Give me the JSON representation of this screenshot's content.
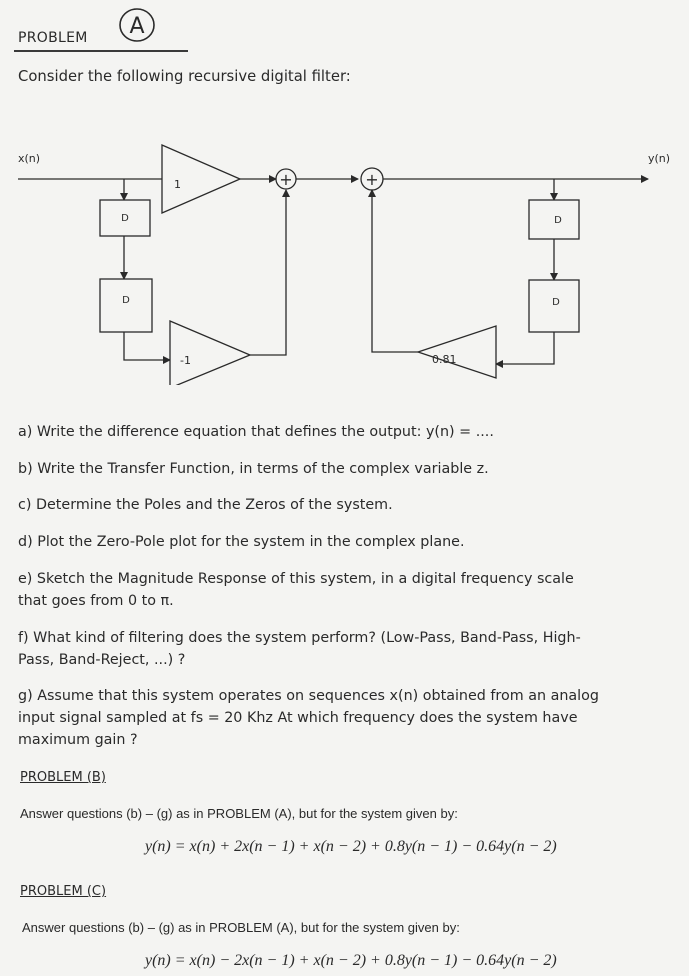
{
  "problem_a": {
    "heading": "PROBLEM",
    "circled_label": "A",
    "intro": "Consider the following recursive digital filter:"
  },
  "diagram": {
    "input_label": "x(n)",
    "output_label": "y(n)",
    "delay_label": "D",
    "gain_forward": "1",
    "gain_feedforward": "-1",
    "gain_feedback": "0.81",
    "adder_symbol": "+"
  },
  "questions": {
    "a": "a) Write the difference equation that defines the output: y(n) = ....",
    "b": "b) Write the Transfer Function, in terms of the complex variable z.",
    "c": "c) Determine the Poles and the Zeros of the system.",
    "d": "d) Plot the Zero-Pole plot for the system in the complex plane.",
    "e1": "e) Sketch the Magnitude Response of this system, in a digital frequency scale",
    "e2": "that goes from 0 to π.",
    "f1": "f) What kind of filtering does the system perform? (Low-Pass, Band-Pass, High-",
    "f2": "Pass, Band-Reject, ...) ?",
    "g1": "g) Assume that this system operates on sequences x(n) obtained from an analog",
    "g2": "input signal sampled at fs = 20 Khz  At which frequency does the system have",
    "g3": "maximum gain ?"
  },
  "problem_b": {
    "heading": "PROBLEM (B)",
    "instruction": "Answer questions (b) – (g) as in PROBLEM (A), but for the system given by:",
    "equation": "y(n) = x(n) + 2x(n − 1) + x(n − 2) + 0.8y(n − 1) − 0.64y(n − 2)"
  },
  "problem_c": {
    "heading": "PROBLEM (C)",
    "instruction": "Answer questions (b) – (g) as in PROBLEM (A), but for the system given by:",
    "equation": "y(n) = x(n) − 2x(n − 1) + x(n − 2) + 0.8y(n − 1) − 0.64y(n − 2)"
  }
}
